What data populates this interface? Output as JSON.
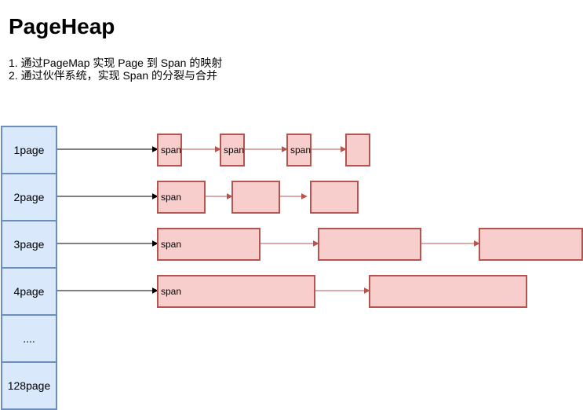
{
  "title": "PageHeap",
  "description": [
    "1. 通过PageMap 实现 Page 到 Span 的映射",
    "2. 通过伙伴系统，实现 Span 的分裂与合并"
  ],
  "page_lists": [
    {
      "label": "1page",
      "spans": [
        "span",
        "span",
        "span",
        ""
      ]
    },
    {
      "label": "2page",
      "spans": [
        "span",
        "",
        ""
      ]
    },
    {
      "label": "3page",
      "spans": [
        "span",
        "",
        ""
      ]
    },
    {
      "label": "4page",
      "spans": [
        "span",
        ""
      ]
    },
    {
      "label": "....",
      "spans": []
    },
    {
      "label": "128page",
      "spans": []
    }
  ],
  "colors": {
    "list_fill": "#dae8fc",
    "list_border": "#6c8ebf",
    "span_fill": "#f8cecc",
    "span_border": "#b85450",
    "link_arrow": "#b85450",
    "head_arrow": "#000000"
  }
}
